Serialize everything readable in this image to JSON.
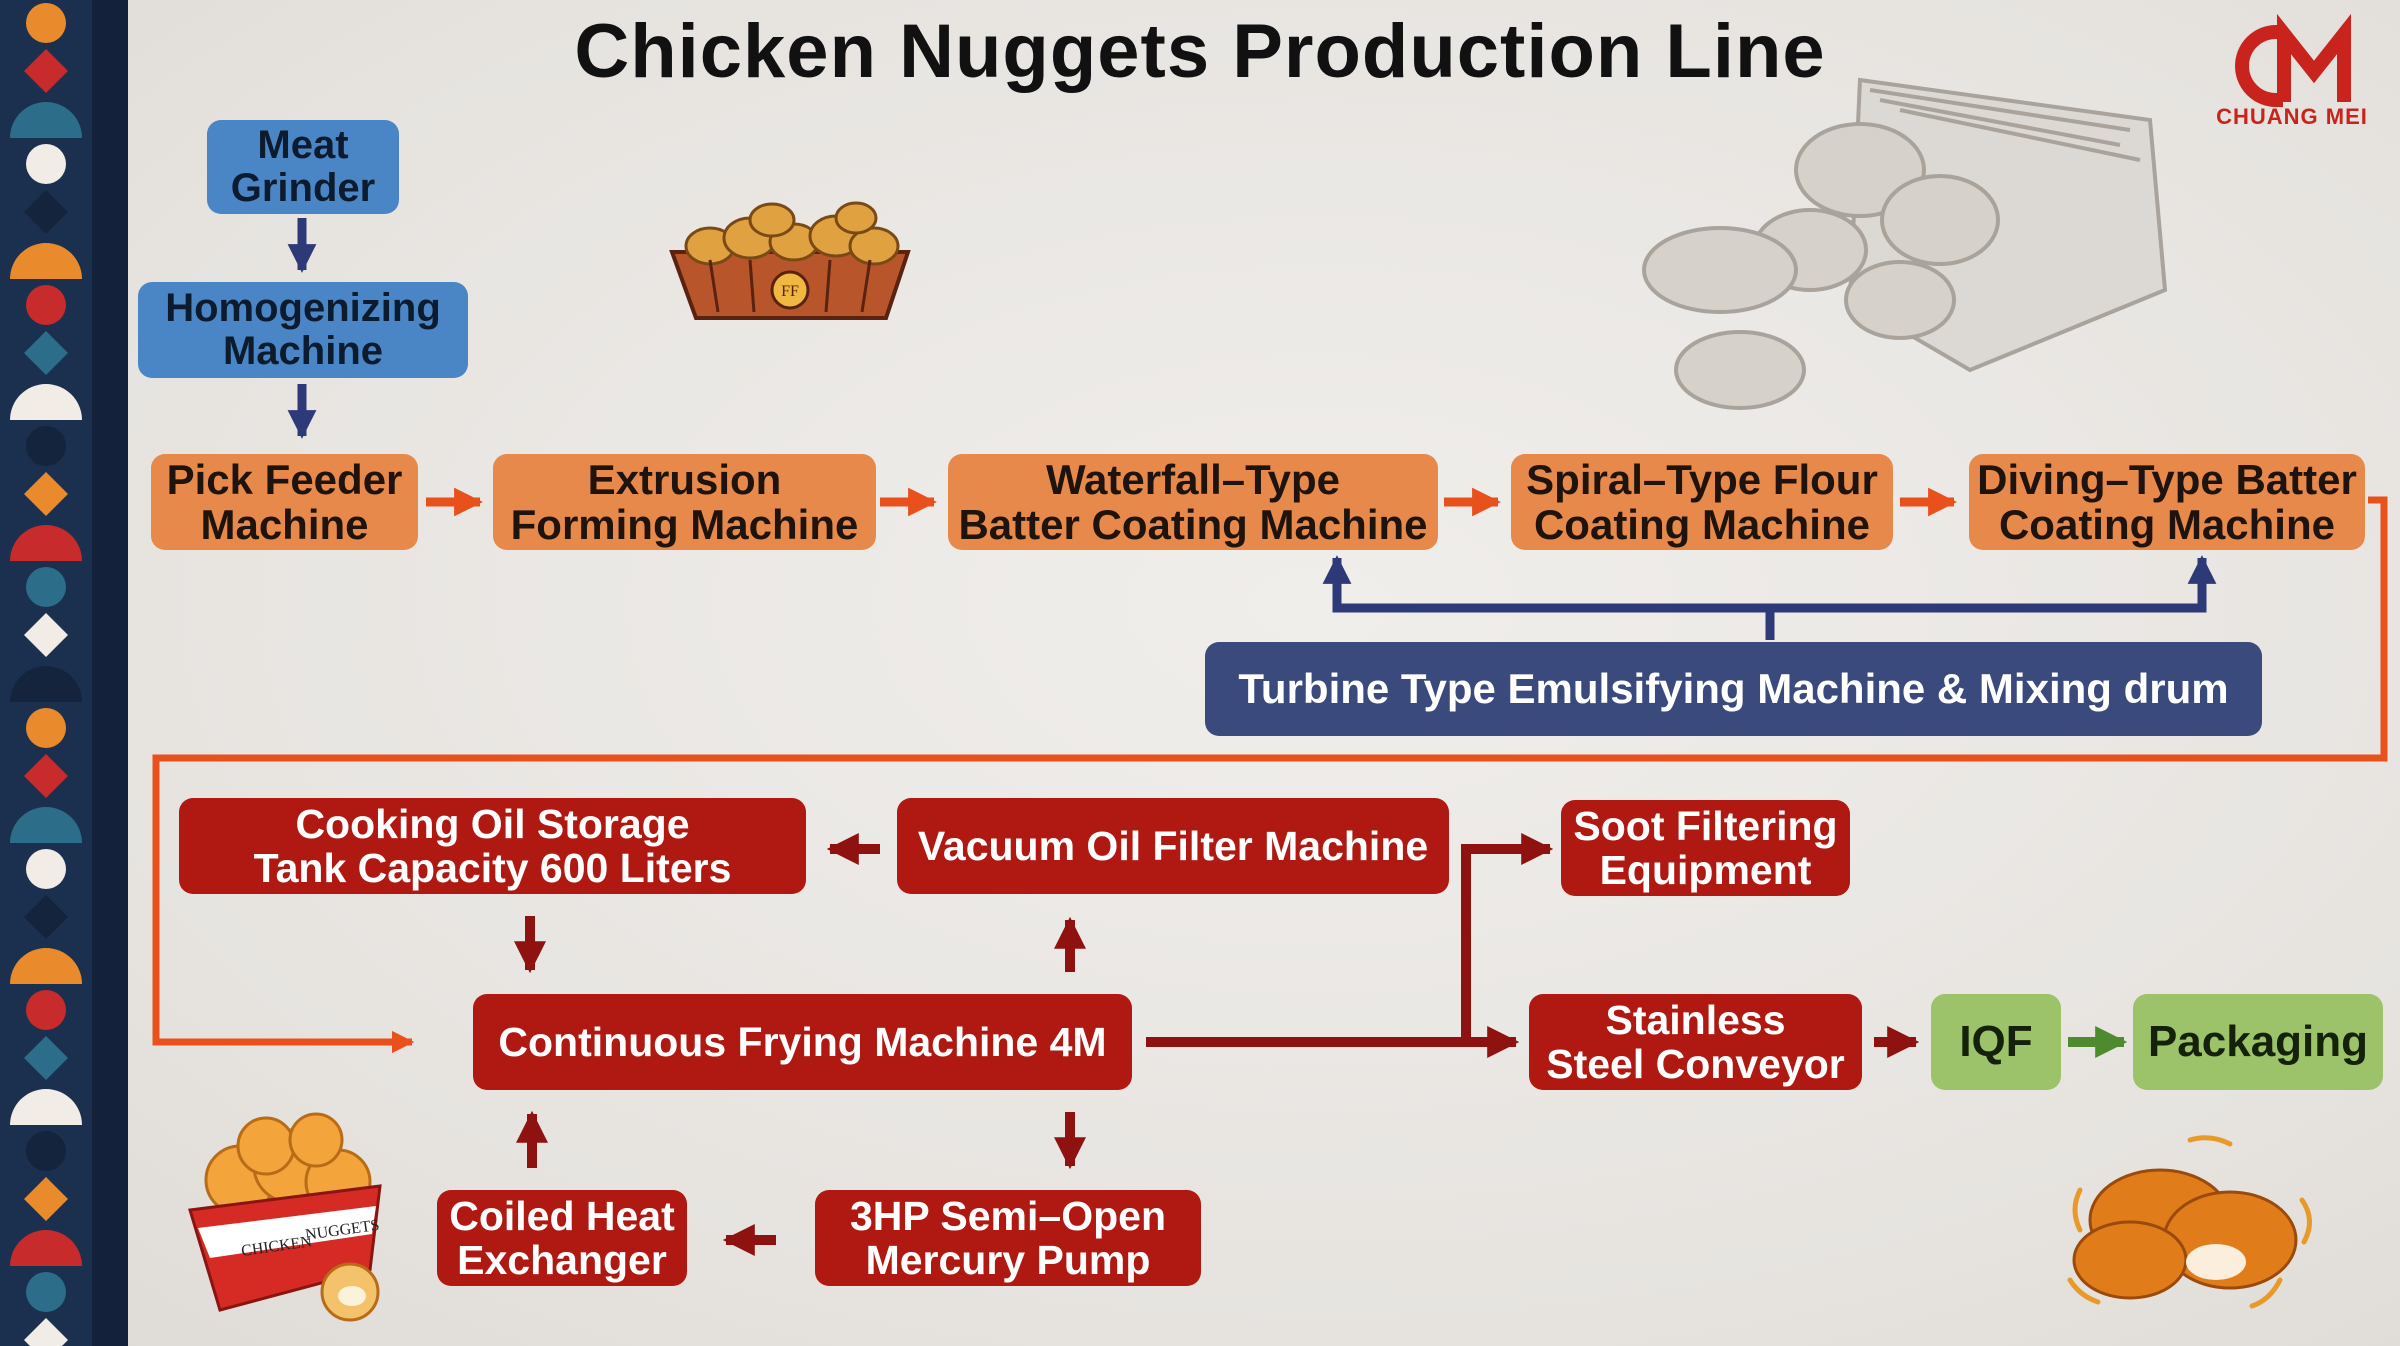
{
  "title": "Chicken Nuggets Production Line",
  "brand": {
    "name": "CHUANG MEI",
    "color": "#c8231c"
  },
  "colors": {
    "prep": "#4a86c5",
    "coating": "#e7894a",
    "mixing": "#3b4a7c",
    "frying": "#b01912",
    "final": "#9cc26a",
    "arrow_orange": "#e8501c",
    "arrow_navy": "#2e3a78",
    "arrow_darkred": "#8e1210",
    "arrow_green": "#4e8a2e"
  },
  "nodes": {
    "meat_grinder": "Meat\nGrinder",
    "homogenizing": "Homogenizing\nMachine",
    "pick_feeder": "Pick Feeder\nMachine",
    "extrusion": "Extrusion\nForming Machine",
    "waterfall": "Waterfall–Type\nBatter Coating Machine",
    "spiral": "Spiral–Type Flour\nCoating Machine",
    "diving": "Diving–Type Batter\nCoating Machine",
    "turbine": "Turbine Type Emulsifying Machine & Mixing drum",
    "oil_tank": "Cooking Oil Storage\nTank Capacity 600 Liters",
    "vacuum_filter": "Vacuum Oil Filter Machine",
    "soot": "Soot Filtering\nEquipment",
    "frying": "Continuous Frying Machine 4M",
    "conveyor": "Stainless\nSteel Conveyor",
    "iqf": "IQF",
    "packaging": "Packaging",
    "heat_exchanger": "Coiled Heat\nExchanger",
    "pump": "3HP Semi–Open\nMercury Pump"
  },
  "illustrations": {
    "tray_label": "FF",
    "box_label_left": "CHICKEN",
    "box_label_right": "NUGGETS"
  }
}
